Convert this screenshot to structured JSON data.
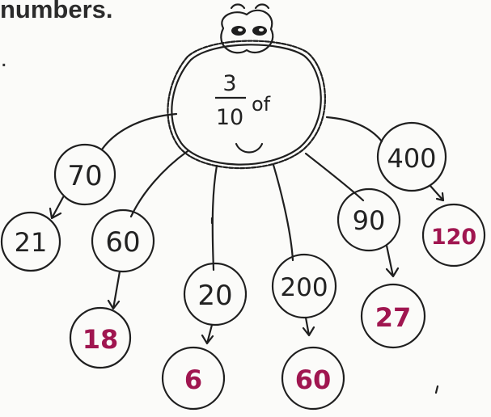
{
  "header": {
    "title": "numbers.",
    "subtitle": "l."
  },
  "spider": {
    "numerator": "3",
    "denominator": "10",
    "of_word": "of"
  },
  "pairs": [
    {
      "input": "70",
      "answer": "21",
      "answer_handwritten_by_student": false
    },
    {
      "input": "60",
      "answer": "18",
      "answer_handwritten_by_student": true
    },
    {
      "input": "20",
      "answer": "6",
      "answer_handwritten_by_student": true
    },
    {
      "input": "200",
      "answer": "60",
      "answer_handwritten_by_student": true
    },
    {
      "input": "90",
      "answer": "27",
      "answer_handwritten_by_student": true
    },
    {
      "input": "400",
      "answer": "120",
      "answer_handwritten_by_student": true
    }
  ],
  "colors": {
    "ink": "#1f1f1f",
    "answer_ink": "#a01650",
    "paper": "#fbfbf9"
  }
}
